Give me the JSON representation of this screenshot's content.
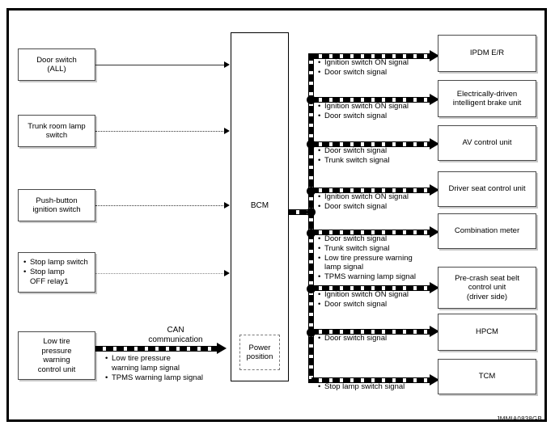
{
  "diagram": {
    "caption": "JMMIA0838GB",
    "central_unit": {
      "label": "BCM",
      "sub_box": "Power\nposition",
      "sub_box_line1": "Power",
      "sub_box_line2": "position"
    },
    "can_label_line1": "CAN",
    "can_label_line2": "communication",
    "inputs": [
      {
        "name": "door-switch",
        "line1": "Door switch",
        "line2": "(ALL)"
      },
      {
        "name": "trunk-room-lamp-switch",
        "line1": "Trunk room lamp",
        "line2": "switch"
      },
      {
        "name": "push-button-ignition-switch",
        "line1": "Push-button",
        "line2": "ignition switch"
      },
      {
        "name": "stop-lamp-switch-relay",
        "bullets": [
          "Stop lamp switch",
          "Stop lamp"
        ],
        "cont": "OFF relay1"
      },
      {
        "name": "low-tire-pressure-warning-control-unit",
        "lines": [
          "Low tire",
          "pressure",
          "warning",
          "control unit"
        ]
      }
    ],
    "can_input_signals": [
      "Low tire pressure",
      "warning lamp signal",
      "TPMS warning lamp signal"
    ],
    "can_input_signal_items": [
      {
        "text": "Low tire pressure",
        "bullet": true
      },
      {
        "text": "warning lamp signal",
        "bullet": false
      },
      {
        "text": "TPMS warning lamp signal",
        "bullet": true
      }
    ],
    "outputs": [
      {
        "name": "ipdm-er",
        "lines": [
          "IPDM E/R"
        ],
        "signals": [
          {
            "text": "Ignition switch ON signal",
            "bullet": true
          },
          {
            "text": "Door switch signal",
            "bullet": true
          }
        ]
      },
      {
        "name": "electrically-driven-intelligent-brake-unit",
        "lines": [
          "Electrically-driven",
          "intelligent brake unit"
        ],
        "signals": [
          {
            "text": "Ignition switch ON signal",
            "bullet": true
          },
          {
            "text": "Door switch signal",
            "bullet": true
          }
        ]
      },
      {
        "name": "av-control-unit",
        "lines": [
          "AV control unit"
        ],
        "signals": [
          {
            "text": "Door switch signal",
            "bullet": true
          },
          {
            "text": "Trunk switch signal",
            "bullet": true
          }
        ]
      },
      {
        "name": "driver-seat-control-unit",
        "lines": [
          "Driver seat control unit"
        ],
        "signals": [
          {
            "text": "Ignition switch ON signal",
            "bullet": true
          },
          {
            "text": "Door switch signal",
            "bullet": true
          }
        ]
      },
      {
        "name": "combination-meter",
        "lines": [
          "Combination meter"
        ],
        "signals": [
          {
            "text": "Door switch signal",
            "bullet": true
          },
          {
            "text": "Trunk switch signal",
            "bullet": true
          },
          {
            "text": "Low tire pressure warning",
            "bullet": true
          },
          {
            "text": "lamp signal",
            "bullet": false
          },
          {
            "text": "TPMS warning lamp signal",
            "bullet": true
          }
        ]
      },
      {
        "name": "pre-crash-seat-belt-control-unit",
        "lines": [
          "Pre-crash seat belt",
          "control unit",
          "(driver side)"
        ],
        "signals": [
          {
            "text": "Ignition switch ON signal",
            "bullet": true
          },
          {
            "text": "Door switch signal",
            "bullet": true
          }
        ]
      },
      {
        "name": "hpcm",
        "lines": [
          "HPCM"
        ],
        "signals": [
          {
            "text": "Door switch signal",
            "bullet": true
          }
        ]
      },
      {
        "name": "tcm",
        "lines": [
          "TCM"
        ],
        "signals": [
          {
            "text": "Stop lamp switch signal",
            "bullet": true
          }
        ]
      }
    ]
  }
}
